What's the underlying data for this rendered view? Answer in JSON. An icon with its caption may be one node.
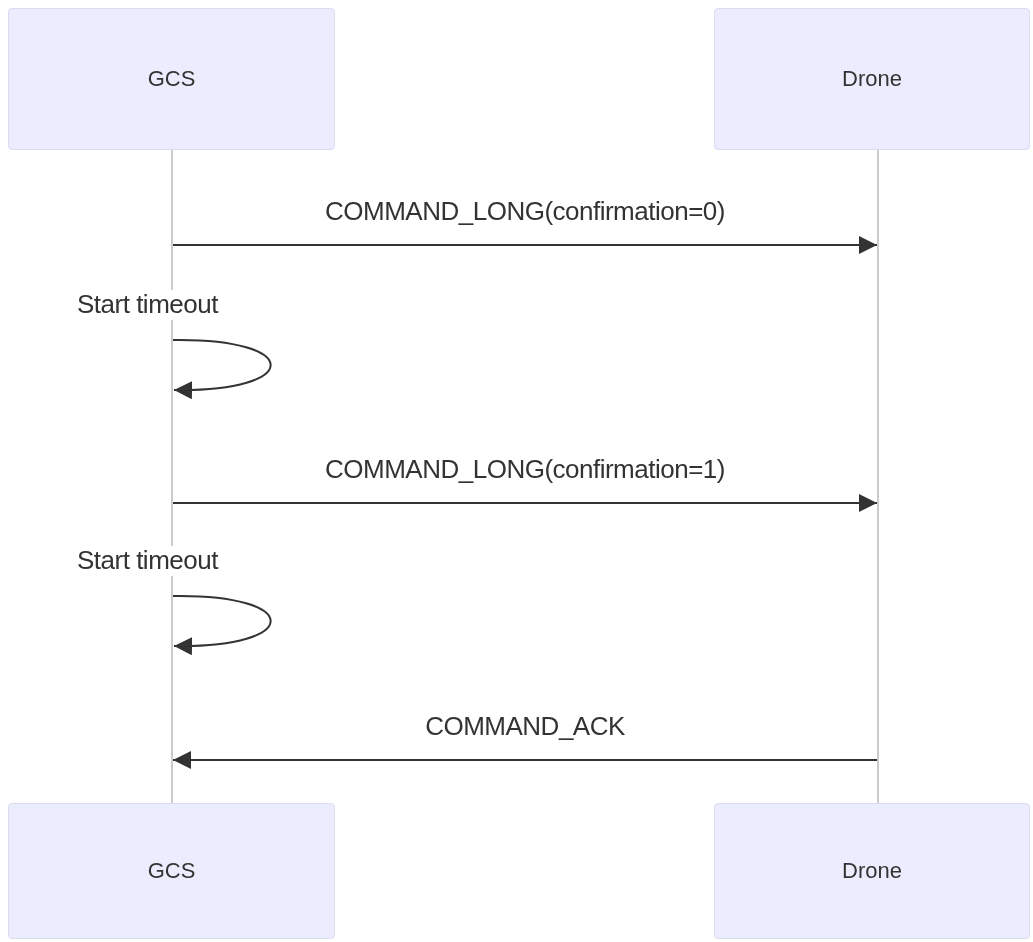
{
  "diagram": {
    "nodes": [
      {
        "text": [
          "GCS"
        ]
      },
      {
        "text": [
          "Drone"
        ]
      },
      {
        "text": [],
        "shape": "bar"
      },
      {
        "text": [],
        "shape": "bar"
      },
      {
        "text": [
          "GCS"
        ]
      },
      {
        "text": [
          "Drone"
        ]
      }
    ],
    "edges": [
      {
        "from": 2,
        "to": 3,
        "arrow": "to",
        "label": "COMMAND_LONG(confirmation=0)"
      },
      {
        "from": 2,
        "to": 2,
        "arrow": "to",
        "label": "Start timeout"
      },
      {
        "from": 2,
        "to": 3,
        "arrow": "to",
        "label": "COMMAND_LONG(confirmation=1)"
      },
      {
        "from": 2,
        "to": 2,
        "arrow": "to",
        "label": "Start timeout"
      },
      {
        "from": 3,
        "to": 2,
        "arrow": "to",
        "label": "COMMAND_ACK"
      }
    ]
  }
}
